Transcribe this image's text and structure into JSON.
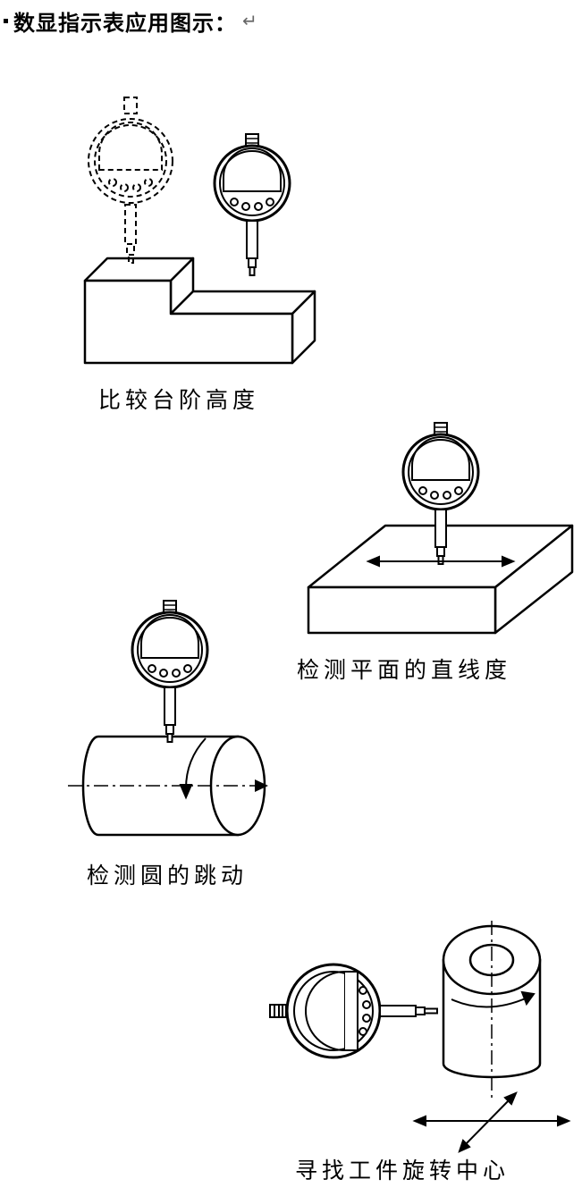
{
  "heading": {
    "title": "数显指示表应用图示：",
    "para_mark": "↵"
  },
  "captions": {
    "step_height": "比较台阶高度",
    "flatness": "检测平面的直线度",
    "runout": "检测圆的跳动",
    "center": "寻找工件旋转中心"
  }
}
